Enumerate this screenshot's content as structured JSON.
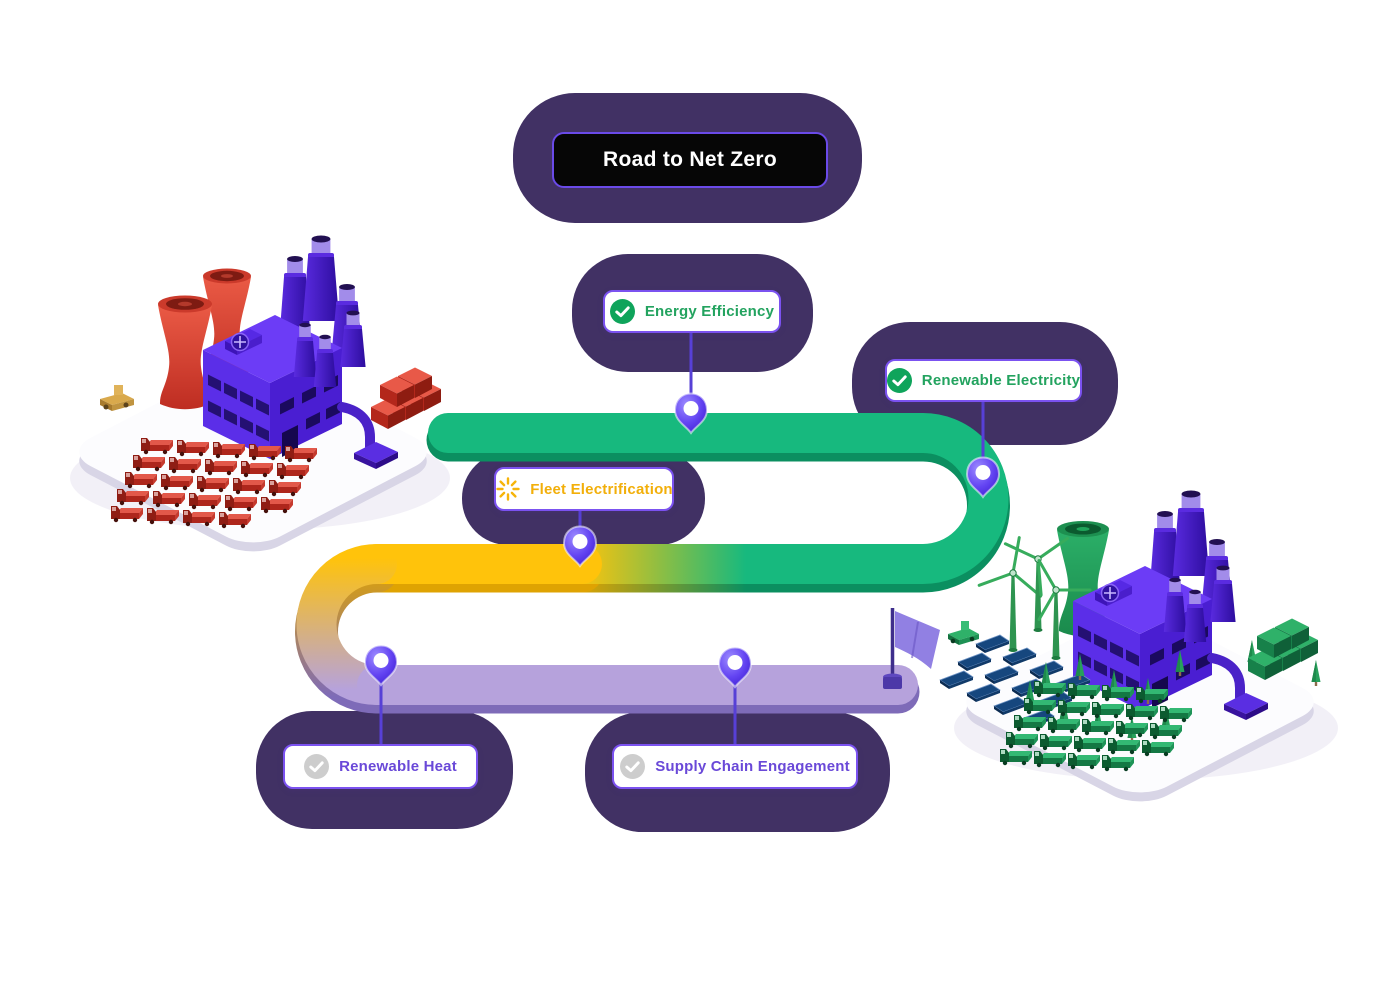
{
  "title": {
    "label": "Road to Net Zero"
  },
  "milestones": [
    {
      "id": "energy-efficiency",
      "label": "Energy Efficiency",
      "status": "complete",
      "icon": "check-circle-icon",
      "label_color": "#23A35F"
    },
    {
      "id": "renewable-electricity",
      "label": "Renewable Electricity",
      "status": "complete",
      "icon": "check-circle-icon",
      "label_color": "#23A35F"
    },
    {
      "id": "fleet-electrification",
      "label": "Fleet Electrification",
      "status": "in-progress",
      "icon": "spark-icon",
      "label_color": "#F2AF0A"
    },
    {
      "id": "renewable-heat",
      "label": "Renewable Heat",
      "status": "upcoming",
      "icon": "check-circle-muted-icon",
      "label_color": "#6A49D8"
    },
    {
      "id": "supply-chain-engagement",
      "label": "Supply Chain Engagement",
      "status": "upcoming",
      "icon": "check-circle-muted-icon",
      "label_color": "#6A49D8"
    }
  ],
  "road": {
    "segment_colors": {
      "complete": "#17B97E",
      "in_progress": "#FFC30B",
      "upcoming": "#B6A2DC"
    },
    "marker": "map-pin-icon",
    "finish": "finish-flag-icon"
  },
  "scenes": {
    "left": "high-emission-factory",
    "right": "net-zero-factory"
  },
  "colors": {
    "blob": "#413164",
    "badge_border": "#7B52F0",
    "pin": "#5130E8",
    "check_complete": "#0FA45B",
    "check_muted": "#CDCDCD",
    "title_bg": "#060606",
    "title_border": "#6A4AE8"
  }
}
